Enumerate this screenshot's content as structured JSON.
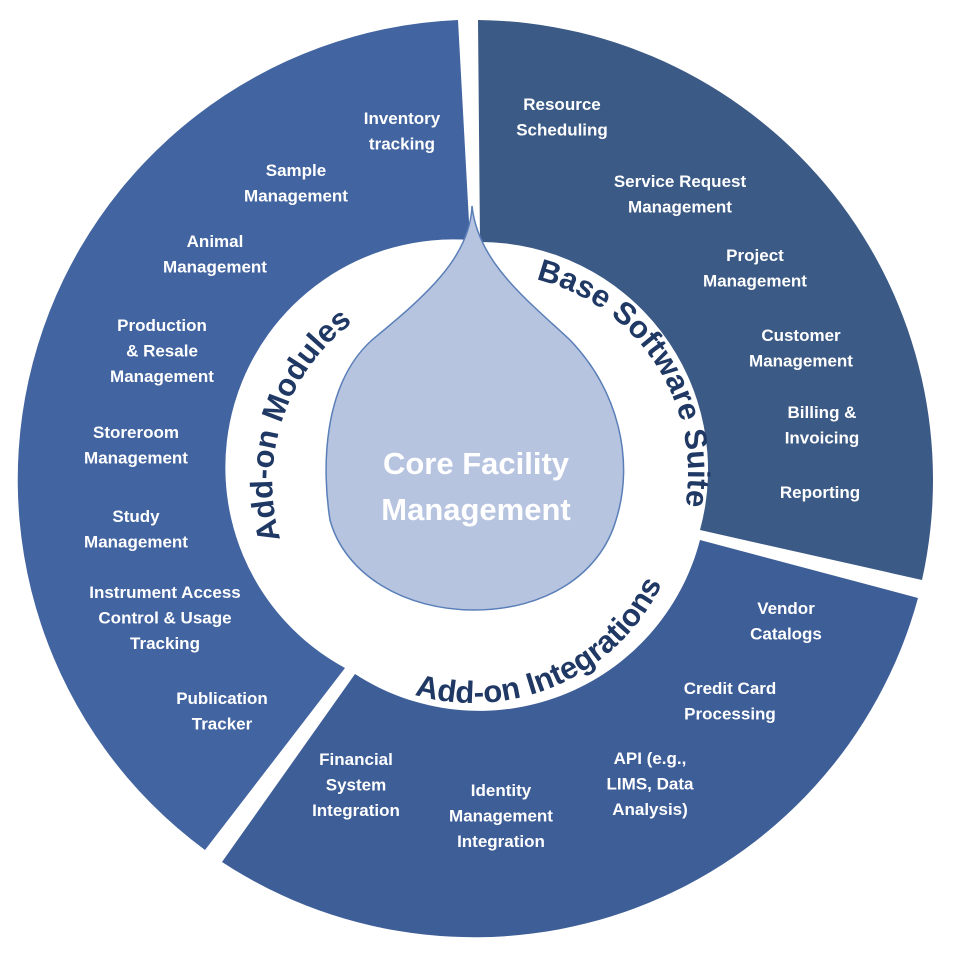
{
  "center": {
    "line1": "Core Facility",
    "line2": "Management"
  },
  "colors": {
    "addon_modules": "#4264a0",
    "base_software": "#3c5a86",
    "addon_integrations": "#3e5e98",
    "drop_fill": "#b7c4e0",
    "drop_stroke": "#5a7fb8",
    "ring_label": "#1f3864"
  },
  "segments": {
    "base_software": {
      "label": "Base Software Suite",
      "items": [
        [
          "Resource",
          "Scheduling"
        ],
        [
          "Service Request",
          "Management"
        ],
        [
          "Project",
          "Management"
        ],
        [
          "Customer",
          "Management"
        ],
        [
          "Billing &",
          "Invoicing"
        ],
        [
          "Reporting"
        ]
      ]
    },
    "addon_modules": {
      "label": "Add-on Modules",
      "items": [
        [
          "Inventory",
          "tracking"
        ],
        [
          "Sample",
          "Management"
        ],
        [
          "Animal",
          "Management"
        ],
        [
          "Production",
          "& Resale",
          "Management"
        ],
        [
          "Storeroom",
          "Management"
        ],
        [
          "Study",
          "Management"
        ],
        [
          "Instrument Access",
          "Control & Usage",
          "Tracking"
        ],
        [
          "Publication",
          "Tracker"
        ]
      ]
    },
    "addon_integrations": {
      "label": "Add-on Integrations",
      "items": [
        [
          "Vendor",
          "Catalogs"
        ],
        [
          "Credit Card",
          "Processing"
        ],
        [
          "API (e.g.,",
          "LIMS, Data",
          "Analysis)"
        ],
        [
          "Identity",
          "Management",
          "Integration"
        ],
        [
          "Financial",
          "System",
          "Integration"
        ]
      ]
    }
  }
}
